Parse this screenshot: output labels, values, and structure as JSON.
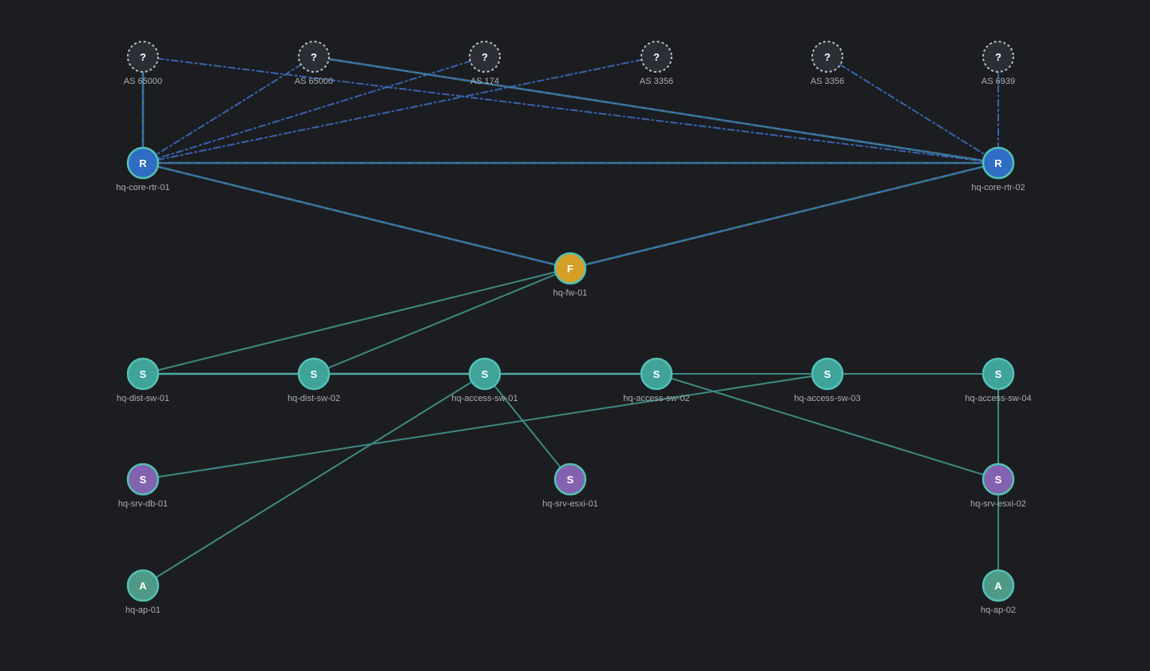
{
  "theme": {
    "background": "#1c1d21",
    "label_color": "#a9adb3",
    "link_physical": "#3f8f87",
    "link_bgp": "#3a67b5",
    "node_stroke": "#52c1b4",
    "unknown_stroke": "#b9bcc2"
  },
  "node_types": {
    "router": {
      "glyph": "R",
      "fill": "#2f6cc4",
      "icon": "router-icon"
    },
    "firewall": {
      "glyph": "F",
      "fill": "#d4a027",
      "icon": "firewall-icon"
    },
    "switch": {
      "glyph": "S",
      "fill": "#3fa39a",
      "icon": "switch-icon"
    },
    "server": {
      "glyph": "S",
      "fill": "#8362b0",
      "icon": "server-icon"
    },
    "ap": {
      "glyph": "A",
      "fill": "#4e9a87",
      "icon": "access-point-icon"
    },
    "unknown": {
      "glyph": "?",
      "fill": "#2c2e35",
      "icon": "unknown-peer-icon"
    }
  },
  "nodes": [
    {
      "id": "as1",
      "label": "AS 65000",
      "type": "unknown"
    },
    {
      "id": "as2",
      "label": "AS 65000",
      "type": "unknown"
    },
    {
      "id": "as3",
      "label": "AS 174",
      "type": "unknown"
    },
    {
      "id": "as4",
      "label": "AS 3356",
      "type": "unknown"
    },
    {
      "id": "as5",
      "label": "AS 3356",
      "type": "unknown"
    },
    {
      "id": "as6",
      "label": "AS 6939",
      "type": "unknown"
    },
    {
      "id": "r1",
      "label": "hq-core-rtr-01",
      "type": "router"
    },
    {
      "id": "r2",
      "label": "hq-core-rtr-02",
      "type": "router"
    },
    {
      "id": "fw",
      "label": "hq-fw-01",
      "type": "firewall"
    },
    {
      "id": "d1",
      "label": "hq-dist-sw-01",
      "type": "switch"
    },
    {
      "id": "d2",
      "label": "hq-dist-sw-02",
      "type": "switch"
    },
    {
      "id": "a1",
      "label": "hq-access-sw-01",
      "type": "switch"
    },
    {
      "id": "a2",
      "label": "hq-access-sw-02",
      "type": "switch"
    },
    {
      "id": "a3",
      "label": "hq-access-sw-03",
      "type": "switch"
    },
    {
      "id": "a4",
      "label": "hq-access-sw-04",
      "type": "switch"
    },
    {
      "id": "db",
      "label": "hq-srv-db-01",
      "type": "server"
    },
    {
      "id": "e1",
      "label": "hq-srv-esxi-01",
      "type": "server"
    },
    {
      "id": "e2",
      "label": "hq-srv-esxi-02",
      "type": "server"
    },
    {
      "id": "ap1",
      "label": "hq-ap-01",
      "type": "ap"
    },
    {
      "id": "ap2",
      "label": "hq-ap-02",
      "type": "ap"
    }
  ],
  "links": [
    {
      "source": "as1",
      "target": "r1",
      "kind": "physical+bgp"
    },
    {
      "source": "as2",
      "target": "r1",
      "kind": "bgp"
    },
    {
      "source": "as3",
      "target": "r1",
      "kind": "bgp"
    },
    {
      "source": "as4",
      "target": "r1",
      "kind": "bgp"
    },
    {
      "source": "as1",
      "target": "r2",
      "kind": "bgp"
    },
    {
      "source": "as2",
      "target": "r2",
      "kind": "physical+bgp"
    },
    {
      "source": "as5",
      "target": "r2",
      "kind": "bgp"
    },
    {
      "source": "as6",
      "target": "r2",
      "kind": "bgp"
    },
    {
      "source": "r1",
      "target": "r2",
      "kind": "physical+bgp"
    },
    {
      "source": "r1",
      "target": "fw",
      "kind": "physical+bgp"
    },
    {
      "source": "r2",
      "target": "fw",
      "kind": "physical+bgp"
    },
    {
      "source": "fw",
      "target": "d1",
      "kind": "physical"
    },
    {
      "source": "fw",
      "target": "d2",
      "kind": "physical"
    },
    {
      "source": "d1",
      "target": "d2",
      "kind": "physical-strong"
    },
    {
      "source": "d2",
      "target": "a1",
      "kind": "physical-strong"
    },
    {
      "source": "a1",
      "target": "a2",
      "kind": "physical-strong"
    },
    {
      "source": "a2",
      "target": "a3",
      "kind": "physical"
    },
    {
      "source": "a3",
      "target": "a4",
      "kind": "physical"
    },
    {
      "source": "a1",
      "target": "e1",
      "kind": "physical"
    },
    {
      "source": "a1",
      "target": "ap1",
      "kind": "physical"
    },
    {
      "source": "a3",
      "target": "db",
      "kind": "physical"
    },
    {
      "source": "a2",
      "target": "e2",
      "kind": "physical"
    },
    {
      "source": "a4",
      "target": "e2",
      "kind": "physical"
    },
    {
      "source": "e2",
      "target": "ap2",
      "kind": "physical"
    }
  ]
}
